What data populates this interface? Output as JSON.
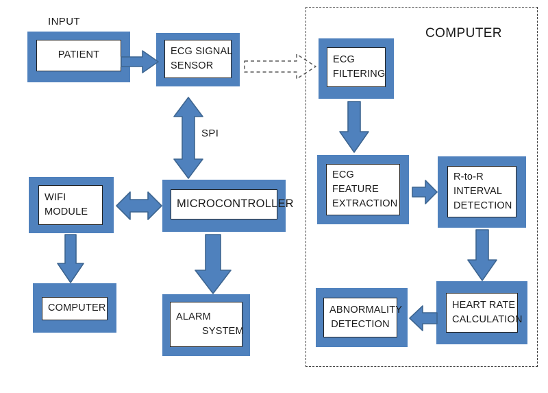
{
  "diagram": {
    "title_labels": {
      "input": "INPUT",
      "computer": "COMPUTER",
      "spi": "SPI"
    },
    "blocks": [
      {
        "id": "patient",
        "label_lines": [
          "PATIENT"
        ]
      },
      {
        "id": "ecg-signal-sensor",
        "label_lines": [
          "ECG SIGNAL",
          "SENSOR"
        ]
      },
      {
        "id": "ecg-filtering",
        "label_lines": [
          "ECG",
          "FILTERING"
        ]
      },
      {
        "id": "ecg-feature-extraction",
        "label_lines": [
          "ECG",
          "FEATURE",
          "EXTRACTION"
        ]
      },
      {
        "id": "r-to-r-interval-detection",
        "label_lines": [
          "R-to-R",
          "INTERVAL",
          "DETECTION"
        ]
      },
      {
        "id": "heart-rate-calculation",
        "label_lines": [
          "HEART RATE",
          "CALCULATION"
        ]
      },
      {
        "id": "abnormality-detection",
        "label_lines": [
          "ABNORMALITY",
          "DETECTION"
        ]
      },
      {
        "id": "wifi-module",
        "label_lines": [
          "WIFI",
          "MODULE"
        ]
      },
      {
        "id": "microcontroller",
        "label_lines": [
          "MICROCONTROLLER"
        ]
      },
      {
        "id": "computer-output",
        "label_lines": [
          "COMPUTER"
        ]
      },
      {
        "id": "alarm-system",
        "label_lines": [
          "ALARM",
          "SYSTEM"
        ]
      }
    ],
    "connections": [
      {
        "id": "patient-to-sensor",
        "direction": "right",
        "style": "solid",
        "label": ""
      },
      {
        "id": "sensor-to-filtering",
        "direction": "right",
        "style": "dashed",
        "label": ""
      },
      {
        "id": "sensor-to-microcontroller",
        "direction": "bidirectional-vertical",
        "style": "solid",
        "label": "SPI"
      },
      {
        "id": "wifi-to-microcontroller",
        "direction": "bidirectional-horizontal",
        "style": "solid",
        "label": ""
      },
      {
        "id": "wifi-to-computer",
        "direction": "down",
        "style": "solid",
        "label": ""
      },
      {
        "id": "microcontroller-to-alarm",
        "direction": "down",
        "style": "solid",
        "label": ""
      },
      {
        "id": "filtering-to-feature-extraction",
        "direction": "down",
        "style": "solid",
        "label": ""
      },
      {
        "id": "feature-extraction-to-rr",
        "direction": "right",
        "style": "solid",
        "label": ""
      },
      {
        "id": "rr-to-heart-rate",
        "direction": "down",
        "style": "solid",
        "label": ""
      },
      {
        "id": "heart-rate-to-abnormality",
        "direction": "left",
        "style": "solid",
        "label": ""
      }
    ],
    "colors": {
      "block_fill": "#4f81bd",
      "arrow_fill": "#4f81bd",
      "arrow_stroke": "#3d6590",
      "inner_box_fill": "#ffffff",
      "inner_box_border": "#222222",
      "text": "#1a1a1a",
      "dashed_border": "#3a3a3a",
      "background": "#ffffff"
    }
  }
}
